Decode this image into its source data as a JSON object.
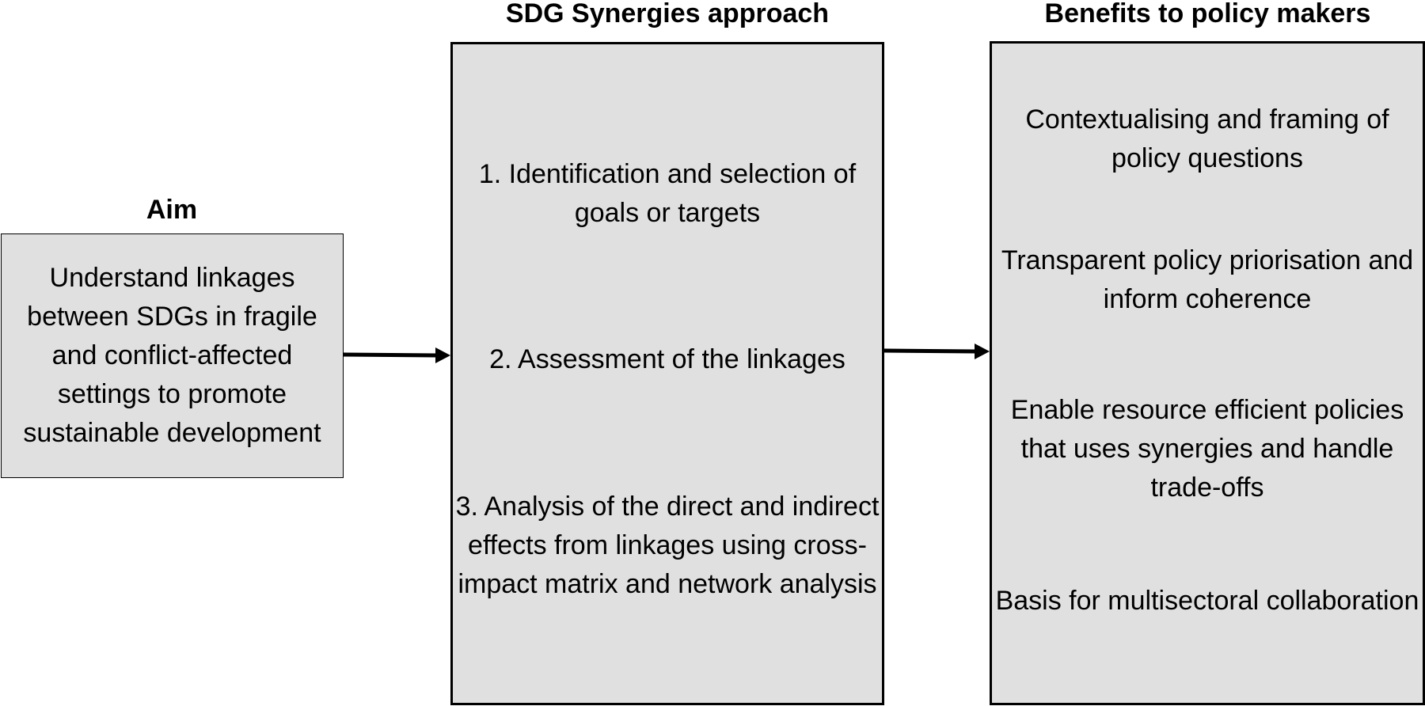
{
  "aim": {
    "heading": "Aim",
    "text": "Understand linkages between SDGs in fragile and conflict-affected settings to promote sustainable development"
  },
  "approach": {
    "heading": "SDG Synergies approach",
    "steps": [
      "1. Identification and selection of goals or targets",
      "2. Assessment of the linkages",
      "3. Analysis of the direct and indirect effects from linkages using cross-impact matrix and network analysis"
    ]
  },
  "benefits": {
    "heading": "Benefits to policy makers",
    "items": [
      "Contextualising and framing of policy questions",
      "Transparent policy priorisation and inform coherence",
      "Enable resource efficient policies that uses synergies and handle trade-offs",
      "Basis for multisectoral collaboration"
    ]
  },
  "colors": {
    "box_fill": "#e0e0e0",
    "border": "#000000",
    "arrow": "#000000"
  }
}
